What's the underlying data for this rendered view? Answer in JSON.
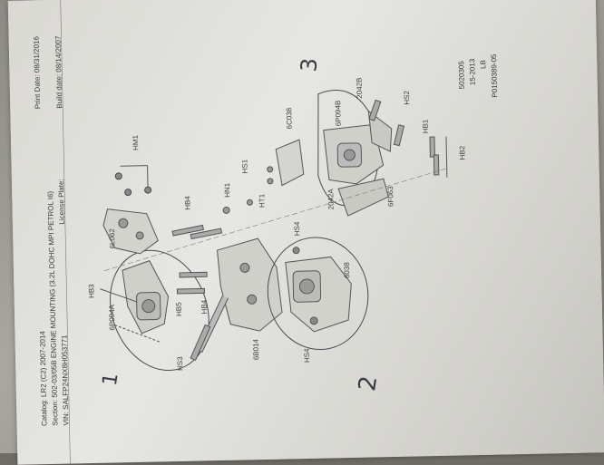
{
  "header": {
    "catalog": "Catalog: LR2 (C2) 2007-2014",
    "section": "Section: 502-03/05B ENGINE MOUNTING (3.2L DOHC MPI PETROL I6)",
    "vin": "VIN: SALFP24NX8H053771",
    "license": "License Plate:",
    "print_date": "Print Date: 08/31/2016",
    "build_date": "Build date: 08/14/2007"
  },
  "footer_codes": [
    "5020305",
    "15-2013",
    "LB",
    "P0150389-05"
  ],
  "part_labels": {
    "hm1": "HM1",
    "l062": "6L062",
    "hb4_top": "HB4",
    "hn1": "HN1",
    "hs1": "HS1",
    "ht1": "HT1",
    "c038": "6C038",
    "hs2": "HS2",
    "hb1": "HB1",
    "hb2": "HB2",
    "p094b": "6P094B",
    "b2042": "2042B",
    "a2042": "2042A",
    "f063": "6F063",
    "hs4_top": "HS4",
    "m038": "6038",
    "hb3": "HB3",
    "p094a": "6P094A",
    "hb5": "HB5",
    "hb4_bot": "HB4",
    "hs3": "HS3",
    "b014": "6B014",
    "hs4_bot": "HS4"
  },
  "handwritten": {
    "n1": "1",
    "n2": "2",
    "n3": "3"
  }
}
